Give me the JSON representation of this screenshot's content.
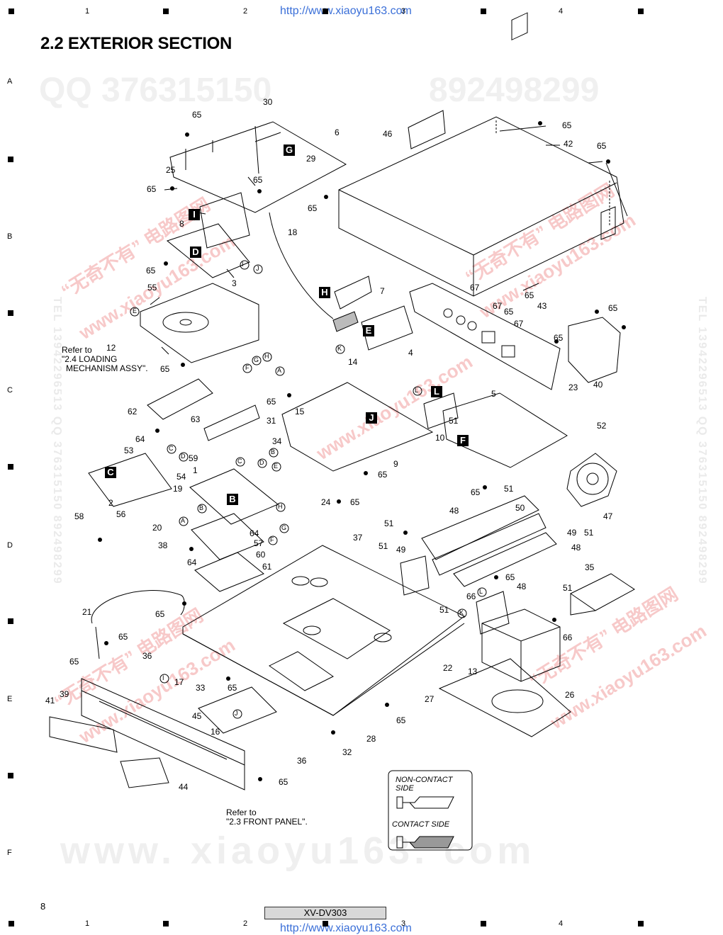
{
  "header": {
    "title": "2.2 EXTERIOR SECTION",
    "url_top": "http://www.xiaoyu163.com",
    "url_bottom": "http://www.xiaoyu163.com"
  },
  "grid": {
    "columns": [
      "1",
      "2",
      "3",
      "4"
    ],
    "rows": [
      "A",
      "B",
      "C",
      "D",
      "E",
      "F"
    ]
  },
  "watermarks": {
    "qq1": "QQ 376315150",
    "qq2": "892498299",
    "bottom": "www. xiaoyu163. com",
    "side_left": "TEL 13942296513  QQ 376315150  892498299",
    "side_right": "TEL 13942296513  QQ 376315150  892498299",
    "diag1": "“无奇不有” 电路图网",
    "diag2": "www.xiaoyu163.com"
  },
  "board_labels": [
    "G",
    "I",
    "D",
    "H",
    "E",
    "J",
    "L",
    "F",
    "C",
    "B"
  ],
  "connector_labels": [
    "I",
    "J",
    "E",
    "G",
    "H",
    "F",
    "K",
    "A",
    "B",
    "C",
    "D",
    "E",
    "C",
    "D",
    "B",
    "A",
    "H",
    "G",
    "F",
    "L",
    "K",
    "I",
    "J",
    "L"
  ],
  "part_numbers": [
    "65",
    "30",
    "6",
    "46",
    "65",
    "42",
    "65",
    "29",
    "25",
    "65",
    "65",
    "65",
    "18",
    "8",
    "65",
    "3",
    "7",
    "55",
    "67",
    "65",
    "67",
    "65",
    "43",
    "67",
    "65",
    "12",
    "4",
    "65",
    "40",
    "14",
    "65",
    "23",
    "62",
    "65",
    "15",
    "31",
    "5",
    "10",
    "52",
    "63",
    "64",
    "51",
    "34",
    "59",
    "53",
    "54",
    "9",
    "1",
    "65",
    "51",
    "47",
    "19",
    "2",
    "65",
    "58",
    "56",
    "20",
    "24",
    "48",
    "51",
    "50",
    "65",
    "49",
    "51",
    "57",
    "64",
    "60",
    "38",
    "64",
    "61",
    "37",
    "51",
    "49",
    "48",
    "65",
    "48",
    "51",
    "35",
    "21",
    "65",
    "66",
    "51",
    "65",
    "66",
    "36",
    "13",
    "65",
    "17",
    "33",
    "65",
    "22",
    "39",
    "27",
    "41",
    "45",
    "26",
    "65",
    "16",
    "28",
    "32",
    "36",
    "65",
    "44"
  ],
  "notes": {
    "loading": [
      "Refer to",
      "\"2.4 LOADING",
      "MECHANISM ASSY\"."
    ],
    "front": [
      "Refer to",
      "\"2.3 FRONT PANEL\"."
    ]
  },
  "legend": {
    "non_contact": "NON-CONTACT",
    "non_contact2": "SIDE",
    "contact": "CONTACT SIDE"
  },
  "footer": {
    "page": "8",
    "model": "XV-DV303"
  }
}
